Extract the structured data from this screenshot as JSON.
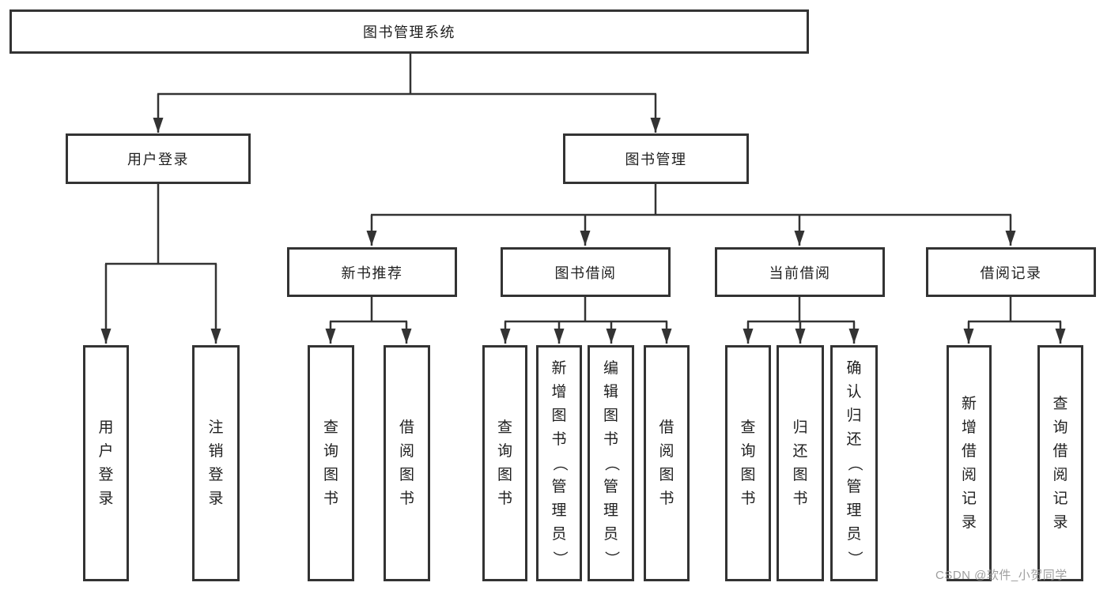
{
  "title": "图书管理系统",
  "watermark": "CSDN @软件_小贺同学",
  "colors": {
    "line": "#333333",
    "text": "#1f1f1f",
    "background": "#ffffff",
    "watermark": "#999999"
  },
  "tree": {
    "root": {
      "label": "图书管理系统"
    },
    "branches": [
      {
        "label": "用户登录",
        "children": [
          {
            "label": "用户登录"
          },
          {
            "label": "注销登录"
          }
        ]
      },
      {
        "label": "图书管理",
        "children": [
          {
            "label": "新书推荐",
            "children": [
              {
                "label": "查询图书"
              },
              {
                "label": "借阅图书"
              }
            ]
          },
          {
            "label": "图书借阅",
            "children": [
              {
                "label": "查询图书"
              },
              {
                "label": "新增图书（管理员）"
              },
              {
                "label": "编辑图书（管理员）"
              },
              {
                "label": "借阅图书"
              }
            ]
          },
          {
            "label": "当前借阅",
            "children": [
              {
                "label": "查询图书"
              },
              {
                "label": "归还图书"
              },
              {
                "label": "确认归还（管理员）"
              }
            ]
          },
          {
            "label": "借阅记录",
            "children": [
              {
                "label": "新增借阅记录"
              },
              {
                "label": "查询借阅记录"
              }
            ]
          }
        ]
      }
    ]
  }
}
